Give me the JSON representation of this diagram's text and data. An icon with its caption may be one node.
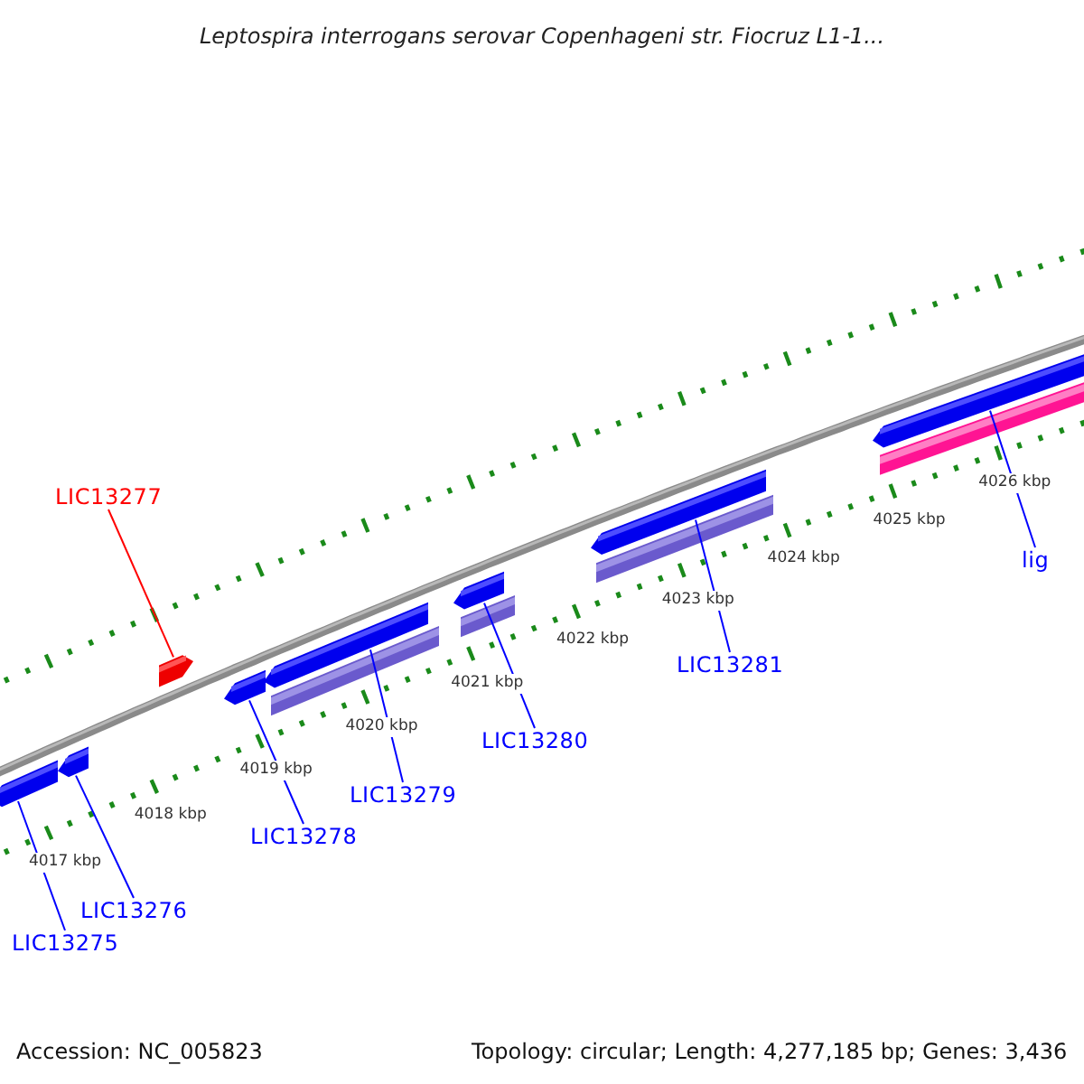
{
  "diagram": {
    "title": "Leptospira interrogans serovar Copenhageni str. Fiocruz L1-1...",
    "nodes": [
      {
        "text": [
          "LIC13277"
        ]
      },
      {
        "text": [
          "lig"
        ]
      },
      {
        "text": [
          "LIC13281"
        ]
      },
      {
        "text": [
          "LIC13280"
        ]
      },
      {
        "text": [
          "LIC13279"
        ]
      },
      {
        "text": [
          "LIC13278"
        ]
      },
      {
        "text": [
          "LIC13276"
        ]
      },
      {
        "text": [
          "LIC13275"
        ]
      },
      {
        "text": [],
        "shape": "bar"
      },
      {
        "text": [],
        "shape": "bar"
      },
      {
        "text": [],
        "shape": "bar"
      },
      {
        "text": [],
        "shape": "bar"
      },
      {
        "text": [],
        "shape": "bar"
      },
      {
        "text": [],
        "shape": "bar"
      },
      {
        "text": [],
        "shape": "bar"
      },
      {
        "text": [],
        "shape": "bar"
      }
    ],
    "edges": [
      {
        "from": 0,
        "to": 10,
        "arrow": "none",
        "color": "#ff0000"
      },
      {
        "from": 1,
        "to": 15,
        "arrow": "none"
      },
      {
        "from": 2,
        "to": 14,
        "arrow": "none"
      },
      {
        "from": 3,
        "to": 13,
        "arrow": "none"
      },
      {
        "from": 4,
        "to": 12,
        "arrow": "none"
      },
      {
        "from": 5,
        "to": 11,
        "arrow": "none"
      },
      {
        "from": 6,
        "to": 9,
        "arrow": "none"
      },
      {
        "from": 7,
        "to": 8,
        "arrow": "none"
      }
    ],
    "labels": [
      "4026 kbp",
      "4025 kbp",
      "4024 kbp",
      "4023 kbp",
      "4022 kbp",
      "4021 kbp",
      "4020 kbp",
      "4019 kbp",
      "4018 kbp",
      "4017 kbp",
      "Accession: NC_005823",
      "Topology: circular; Length: 4,277,185 bp; Genes: 3,436"
    ]
  }
}
